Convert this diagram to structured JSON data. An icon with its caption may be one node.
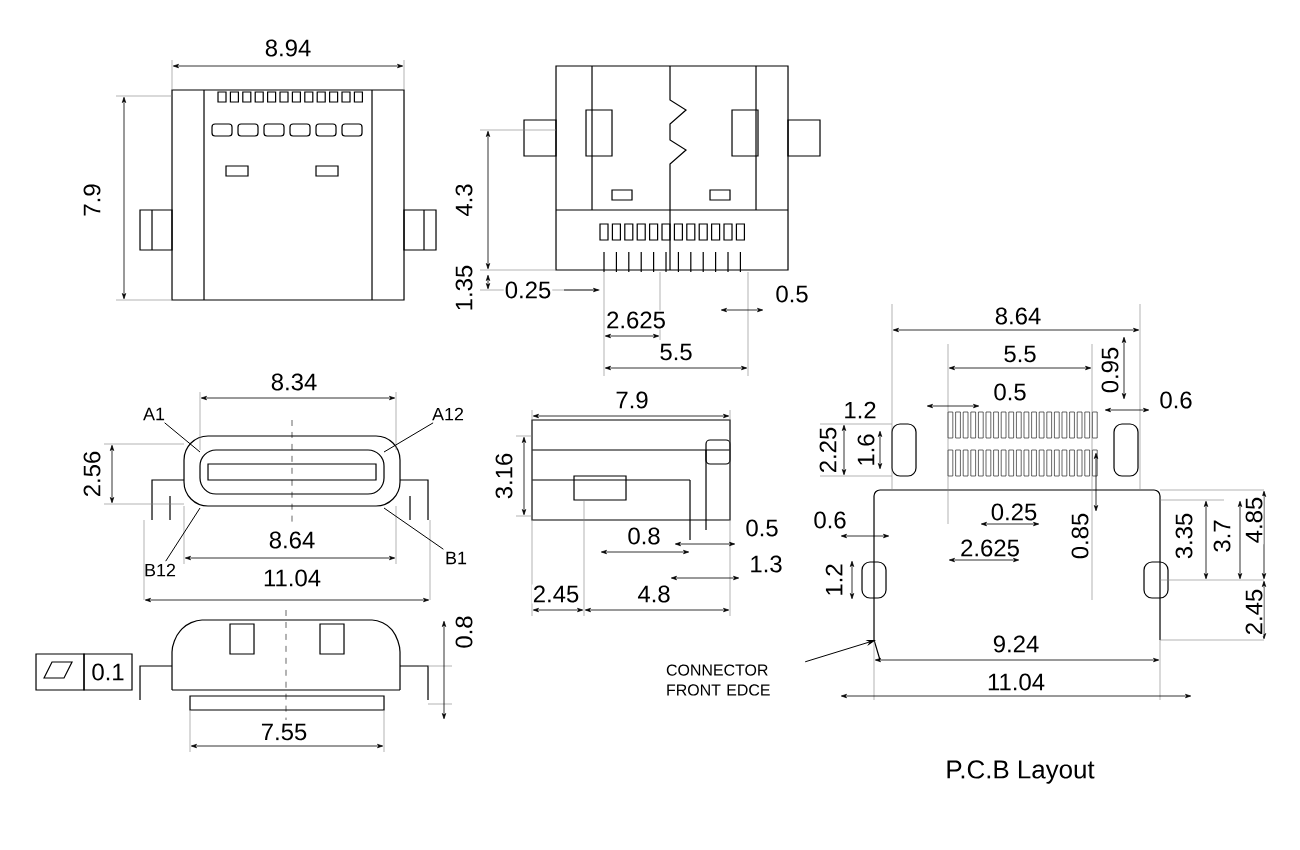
{
  "diagram": {
    "nodes": [
      {
        "text": [
          "A1"
        ]
      },
      {
        "text": [
          "A12"
        ]
      },
      {
        "text": [
          "B12"
        ]
      },
      {
        "text": [
          "B1"
        ]
      },
      {
        "text": [
          "CONNECTOR FRONT EDCE"
        ]
      }
    ],
    "edges": [
      {
        "from": 0,
        "to": null,
        "arrow": "none"
      },
      {
        "from": 1,
        "to": null,
        "arrow": "none"
      },
      {
        "from": 2,
        "to": null,
        "arrow": "none"
      },
      {
        "from": 3,
        "to": null,
        "arrow": "none"
      },
      {
        "from": 4,
        "to": null,
        "arrow": "to"
      }
    ],
    "labels": [
      "8.94",
      "7.9",
      "4.3",
      "1.35",
      "0.25",
      "0.5",
      "2.625",
      "5.5",
      "8.34",
      "2.56",
      "8.64",
      "11.04",
      "7.9",
      "3.16",
      "0.8",
      "0.5",
      "1.3",
      "2.45",
      "4.8",
      "0.1",
      "0.8",
      "7.55",
      "8.64",
      "5.5",
      "0.95",
      "0.5",
      "0.6",
      "1.2",
      "2.25",
      "1.6",
      "0.25",
      "0.85",
      "0.6",
      "2.625",
      "1.2",
      "3.35",
      "3.7",
      "4.85",
      "2.45",
      "9.24",
      "11.04",
      "P.C.B Layout"
    ]
  }
}
